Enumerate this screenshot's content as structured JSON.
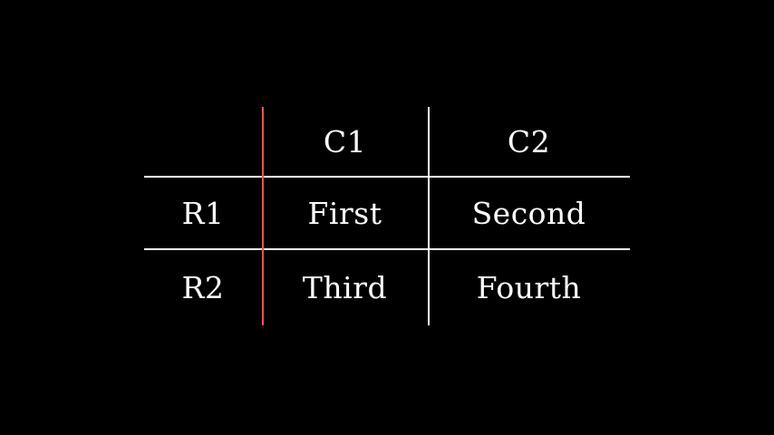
{
  "figure": {
    "background_color": "#000000",
    "text_color": "#ffffff",
    "accent_color": "#e2584e",
    "rule_color": "#ffffff"
  },
  "table": {
    "corner_label": "",
    "column_headers": [
      "C1",
      "C2"
    ],
    "row_headers": [
      "R1",
      "R2"
    ],
    "rows": [
      {
        "header": "R1",
        "cells": [
          "First",
          "Second"
        ]
      },
      {
        "header": "R2",
        "cells": [
          "Third",
          "Fourth"
        ]
      }
    ]
  },
  "rules": {
    "horizontal": [
      {
        "name": "below-header",
        "color": "#ffffff"
      },
      {
        "name": "between-rows",
        "color": "#ffffff"
      }
    ],
    "vertical": [
      {
        "name": "after-row-header",
        "color": "#e2584e"
      },
      {
        "name": "after-column-1",
        "color": "#ffffff"
      }
    ]
  }
}
